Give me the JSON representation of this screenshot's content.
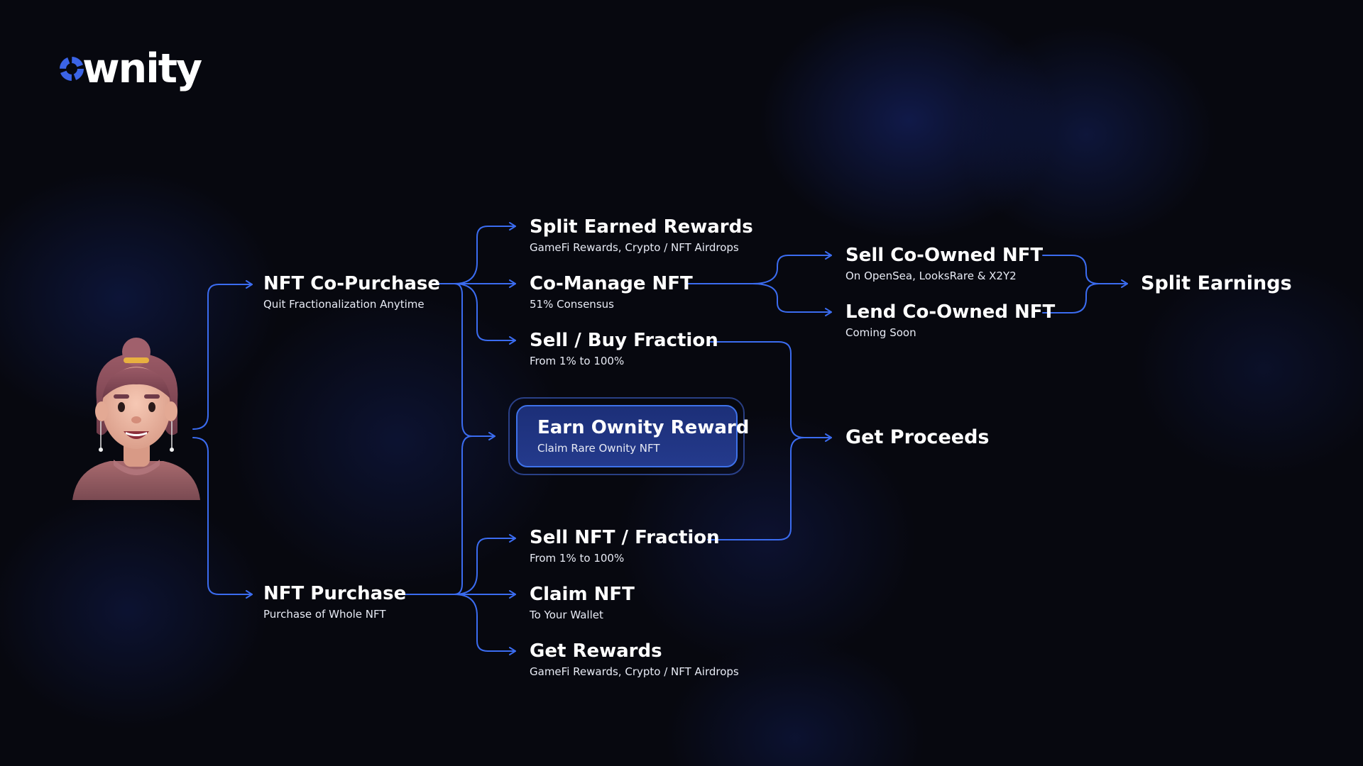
{
  "brand": {
    "name": "wnity"
  },
  "colors": {
    "background": "#07080f",
    "accent": "#3e72ea",
    "connector": "#3b6cf0"
  },
  "nodes": {
    "nft_co_purchase": {
      "title": "NFT Co-Purchase",
      "subtitle": "Quit Fractionalization Anytime"
    },
    "nft_purchase": {
      "title": "NFT Purchase",
      "subtitle": "Purchase of Whole NFT"
    },
    "split_earned_rewards": {
      "title": "Split Earned Rewards",
      "subtitle": "GameFi Rewards, Crypto / NFT Airdrops"
    },
    "co_manage_nft": {
      "title": "Co-Manage NFT",
      "subtitle": "51% Consensus"
    },
    "sell_buy_fraction": {
      "title": "Sell / Buy Fraction",
      "subtitle": "From 1% to 100%"
    },
    "earn_ownity_reward": {
      "title": "Earn Ownity Reward",
      "subtitle": "Claim Rare Ownity NFT"
    },
    "sell_nft_fraction": {
      "title": "Sell NFT / Fraction",
      "subtitle": "From 1% to 100%"
    },
    "claim_nft": {
      "title": "Claim NFT",
      "subtitle": "To Your Wallet"
    },
    "get_rewards": {
      "title": "Get Rewards",
      "subtitle": "GameFi Rewards, Crypto / NFT Airdrops"
    },
    "sell_co_owned_nft": {
      "title": "Sell Co-Owned NFT",
      "subtitle": "On OpenSea, LooksRare & X2Y2"
    },
    "lend_co_owned_nft": {
      "title": "Lend Co-Owned NFT",
      "subtitle": "Coming Soon"
    },
    "get_proceeds": {
      "title": "Get Proceeds"
    },
    "split_earnings": {
      "title": "Split Earnings"
    }
  },
  "icons": {
    "logo": "ownity-ring-logo-icon",
    "user": "user-avatar-icon",
    "arrow": "arrow-right-icon"
  }
}
